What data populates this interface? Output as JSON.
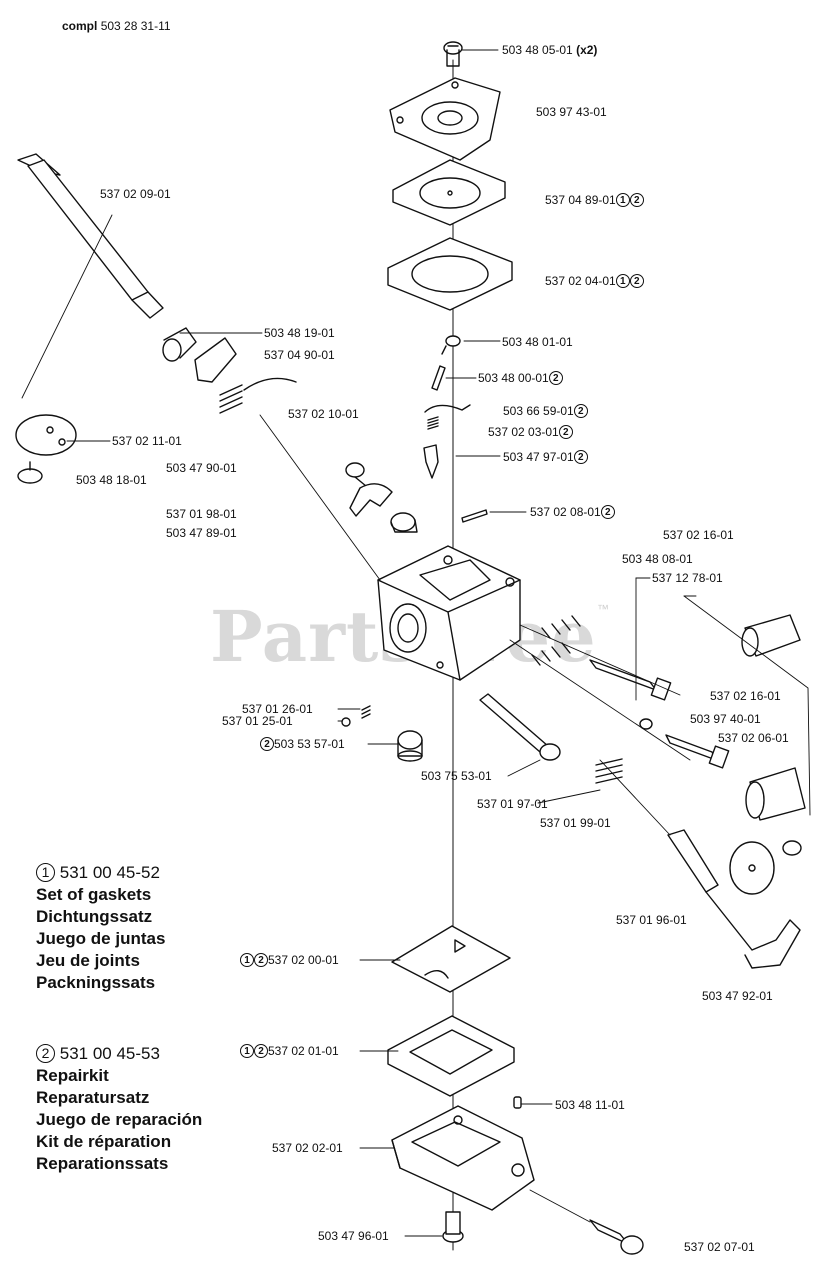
{
  "header": {
    "prefix": "compl",
    "number": "503 28 31-11"
  },
  "watermark": {
    "text": "PartsTree",
    "tm": "™"
  },
  "kits": [
    {
      "marker": "1",
      "code": "531 00 45-52",
      "lines": [
        "Set of gaskets",
        "Dichtungssatz",
        "Juego de juntas",
        "Jeu de joints",
        "Packningssats"
      ]
    },
    {
      "marker": "2",
      "code": "531 00 45-53",
      "lines": [
        "Repairkit",
        "Reparatursatz",
        "Juego de reparación",
        "Kit de réparation",
        "Reparationssats"
      ]
    }
  ],
  "labels": [
    {
      "id": "l1",
      "text": "503 48 05-01",
      "bold": "(x2)"
    },
    {
      "id": "l2",
      "text": "503 97 43-01"
    },
    {
      "id": "l3",
      "text": "537 04 89-01",
      "marks": "12"
    },
    {
      "id": "l4",
      "text": "537 02 04-01",
      "marks": "12"
    },
    {
      "id": "l5",
      "text": "503 48 01-01"
    },
    {
      "id": "l6",
      "text": "503 48 00-01",
      "marks": "2"
    },
    {
      "id": "l7",
      "text": "503 66 59-01",
      "marks": "2"
    },
    {
      "id": "l8",
      "text": "537 02 03-01",
      "marks": "2"
    },
    {
      "id": "l9",
      "text": "503 47 97-01",
      "marks": "2"
    },
    {
      "id": "l10",
      "text": "537 02 08-01",
      "marks": "2"
    },
    {
      "id": "l11",
      "text": "537 02 09-01"
    },
    {
      "id": "l12",
      "text": "503 48 19-01"
    },
    {
      "id": "l13",
      "text": "537 04 90-01"
    },
    {
      "id": "l14",
      "text": "537 02 10-01"
    },
    {
      "id": "l15",
      "text": "537 02 11-01"
    },
    {
      "id": "l16",
      "text": "503 48 18-01"
    },
    {
      "id": "l17",
      "text": "503 47 90-01"
    },
    {
      "id": "l18",
      "text": "537 01 98-01"
    },
    {
      "id": "l19",
      "text": "503 47 89-01"
    },
    {
      "id": "l20",
      "text": "537 02 16-01"
    },
    {
      "id": "l21",
      "text": "503 48 08-01"
    },
    {
      "id": "l22",
      "text": "537 12 78-01"
    },
    {
      "id": "l23",
      "text": "537 02 16-01"
    },
    {
      "id": "l24",
      "text": "503 97 40-01"
    },
    {
      "id": "l25",
      "text": "537 02 06-01"
    },
    {
      "id": "l26",
      "text": "537 01 26-01"
    },
    {
      "id": "l27",
      "text": "537 01 25-01"
    },
    {
      "id": "l28",
      "text": "503 53 57-01",
      "marksBefore": "2"
    },
    {
      "id": "l29",
      "text": "503 75 53-01"
    },
    {
      "id": "l30",
      "text": "537 01 97-01"
    },
    {
      "id": "l31",
      "text": "537 01 99-01"
    },
    {
      "id": "l32",
      "text": "537 01 96-01"
    },
    {
      "id": "l33",
      "text": "503 47 92-01"
    },
    {
      "id": "l34",
      "text": "537 02 00-01",
      "marksBefore": "12"
    },
    {
      "id": "l35",
      "text": "537 02 01-01",
      "marksBefore": "12"
    },
    {
      "id": "l36",
      "text": "503 48 11-01"
    },
    {
      "id": "l37",
      "text": "537 02 02-01"
    },
    {
      "id": "l38",
      "text": "503 47 96-01"
    },
    {
      "id": "l39",
      "text": "537 02 07-01"
    }
  ]
}
